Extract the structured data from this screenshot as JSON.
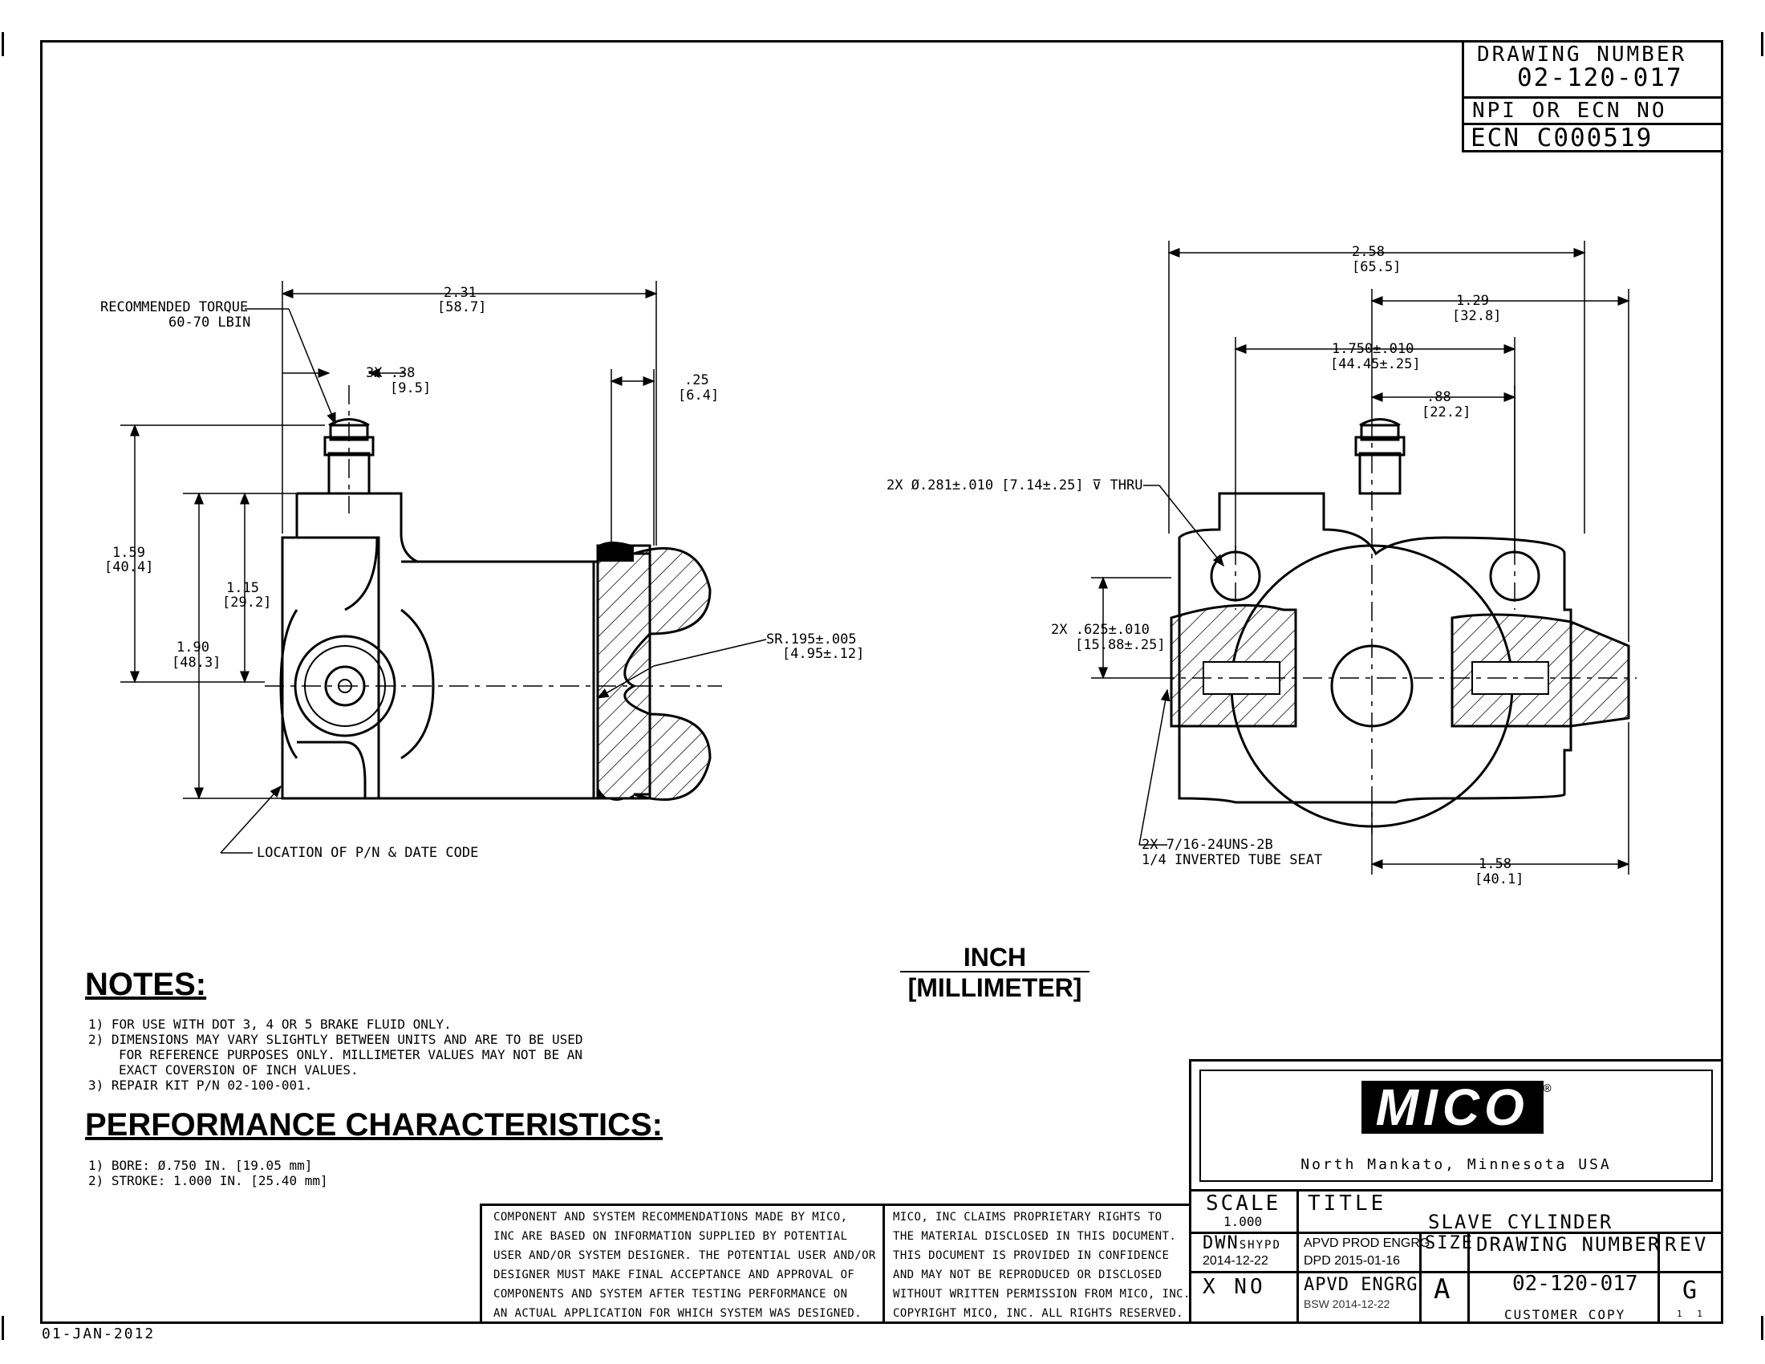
{
  "title_block": {
    "drawing_number_label": "DRAWING NUMBER",
    "drawing_number": "02-120-017",
    "npi_label": "NPI OR ECN NO",
    "ecn_no": "ECN C000519"
  },
  "left_view": {
    "torque_label": "RECOMMENDED TORQUE",
    "torque_value": "60-70 LBIN",
    "dim_overall_in": "2.31",
    "dim_overall_mm": "[58.7]",
    "dim_hex_in": "3X .38",
    "dim_hex_mm": "[9.5]",
    "dim_flange_in": ".25",
    "dim_flange_mm": "[6.4]",
    "dim_height_in": "1.59",
    "dim_height_mm": "[40.4]",
    "dim_mid_in": "1.15",
    "dim_mid_mm": "[29.2]",
    "dim_low_in": "1.90",
    "dim_low_mm": "[48.3]",
    "dim_sr_in": "SR.195±.005",
    "dim_sr_mm": "[4.95±.12]",
    "location_label": "LOCATION OF P/N & DATE CODE"
  },
  "right_view": {
    "dim_width_in": "2.58",
    "dim_width_mm": "[65.5]",
    "dim_half_in": "1.29",
    "dim_half_mm": "[32.8]",
    "dim_holes_in": "1.750±.010",
    "dim_holes_mm": "[44.45±.25]",
    "dim_offset_in": ".88",
    "dim_offset_mm": "[22.2]",
    "thru_label": "2X Ø.281±.010 [7.14±.25] ⊽ THRU",
    "dim_port_in": "2X .625±.010",
    "dim_port_mm": "[15.88±.25]",
    "port_label": "2X 7/16-24UNS-2B",
    "port_label2": "1/4 INVERTED TUBE SEAT",
    "dim_port_off_in": "1.58",
    "dim_port_off_mm": "[40.1]"
  },
  "units": {
    "inch": "INCH",
    "mm": "[MILLIMETER]"
  },
  "notes": {
    "heading": "NOTES:",
    "lines": [
      "1) FOR USE WITH DOT 3, 4 OR 5 BRAKE FLUID ONLY.",
      "2) DIMENSIONS MAY VARY SLIGHTLY BETWEEN UNITS AND ARE TO BE USED",
      "FOR REFERENCE PURPOSES ONLY. MILLIMETER VALUES MAY NOT BE AN",
      "EXACT COVERSION OF INCH VALUES.",
      "3) REPAIR KIT P/N 02-100-001."
    ]
  },
  "performance": {
    "heading": "PERFORMANCE CHARACTERISTICS:",
    "lines": [
      "1) BORE: Ø.750 IN. [19.05 mm]",
      "2) STROKE: 1.000 IN. [25.40 mm]"
    ]
  },
  "disclaimer_left": [
    "COMPONENT AND SYSTEM RECOMMENDATIONS MADE BY MICO,",
    "INC ARE BASED ON INFORMATION SUPPLIED BY POTENTIAL",
    "USER AND/OR SYSTEM DESIGNER. THE POTENTIAL USER AND/OR",
    "DESIGNER MUST MAKE FINAL ACCEPTANCE AND APPROVAL OF",
    "COMPONENTS AND SYSTEM AFTER TESTING PERFORMANCE ON",
    "AN ACTUAL APPLICATION FOR WHICH SYSTEM WAS DESIGNED."
  ],
  "disclaimer_right": [
    "MICO, INC CLAIMS PROPRIETARY RIGHTS TO",
    "THE MATERIAL DISCLOSED IN THIS DOCUMENT.",
    "THIS DOCUMENT IS PROVIDED IN CONFIDENCE",
    "AND MAY NOT BE REPRODUCED OR DISCLOSED",
    "WITHOUT WRITTEN PERMISSION FROM MICO, INC.",
    "COPYRIGHT MICO, INC. ALL RIGHTS RESERVED."
  ],
  "company": {
    "logo": "MICO",
    "location": "North Mankato, Minnesota USA"
  },
  "bottom_block": {
    "scale_label": "SCALE",
    "scale_value": "1.000",
    "title_label": "TITLE",
    "title_value": "SLAVE CYLINDER",
    "dwn_label": "DWN",
    "dwn_by": "SHYPD",
    "dwn_date": "2014-12-22",
    "apvd_prod_label": "APVD PROD ENGRG",
    "apvd_prod_value": "DPD 2015-01-16",
    "size_label": "SIZE",
    "size_value": "A",
    "drawing_number_label": "DRAWING NUMBER",
    "drawing_number": "02-120-017",
    "rev_label": "REV",
    "rev_value": "G",
    "x_no": "X NO",
    "apvd_eng_label": "APVD ENGRG",
    "apvd_eng_value": "BSW 2014-12-22",
    "customer_copy": "CUSTOMER COPY",
    "sheet": "1 1"
  },
  "form_date": "01-JAN-2012"
}
